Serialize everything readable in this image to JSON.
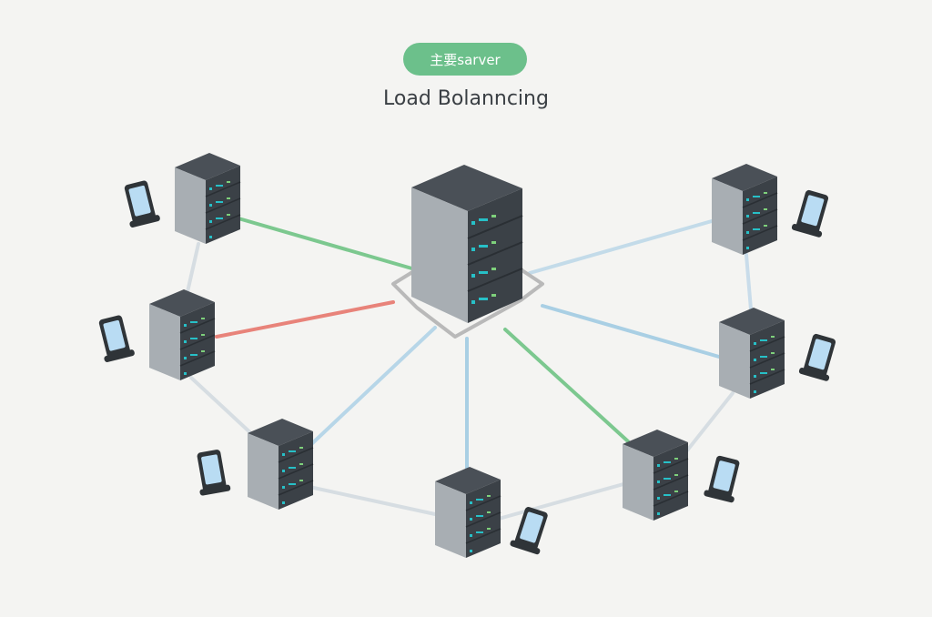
{
  "header": {
    "badge_label": "主要sarver",
    "title": "Load Bolanncing"
  },
  "colors": {
    "background": "#f4f4f2",
    "badge": "#6cc08b",
    "link_green": "#6cc08b",
    "link_red": "#e8837a",
    "link_blue": "#a9cfe4",
    "link_gray": "#d6dde2",
    "hub_outline": "#b9b9b9",
    "server_front": "#a8aeb3",
    "server_side": "#3b4147",
    "server_top": "#4a5057",
    "led_teal": "#27c0c7",
    "led_green": "#7ed07b",
    "phone_body": "#2f3438",
    "phone_screen": "#b9dcf3"
  },
  "diagram": {
    "central_server": "central-server",
    "node_servers": [
      "server-top-left",
      "server-mid-left",
      "server-lower-left",
      "server-bottom",
      "server-lower-right",
      "server-mid-right",
      "server-top-right"
    ],
    "devices": [
      "phone-1",
      "phone-2",
      "phone-3",
      "phone-4",
      "phone-5",
      "phone-6",
      "phone-7"
    ],
    "link_types": [
      "green",
      "red",
      "blue",
      "gray"
    ]
  }
}
